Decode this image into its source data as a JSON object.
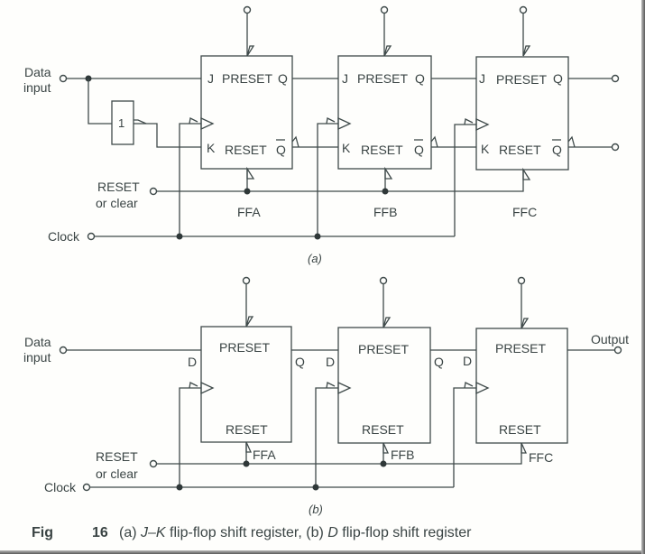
{
  "figure": {
    "number": "16",
    "caption_prefix": "Fig",
    "caption_a_tag": "(a)",
    "caption_a_text": "J–K flip-flop shift register,",
    "caption_b_tag": "(b)",
    "caption_b_text": "D flip-flop shift register",
    "caption_a_italic": "J–K",
    "caption_a_rest": "flip-flop shift register,",
    "caption_b_italic": "D",
    "caption_b_rest": "flip-flop shift register"
  },
  "part_a": {
    "sublabel": "(a)",
    "inputs": {
      "data_line1": "Data",
      "data_line2": "input",
      "reset_line1": "RESET",
      "reset_line2": "or clear",
      "clock": "Clock"
    },
    "inverter_label": "1",
    "flip_flops": [
      {
        "name": "FFA",
        "j": "J",
        "k": "K",
        "preset": "PRESET",
        "reset": "RESET",
        "q": "Q",
        "qbar": "Q"
      },
      {
        "name": "FFB",
        "j": "J",
        "k": "K",
        "preset": "PRESET",
        "reset": "RESET",
        "q": "Q",
        "qbar": "Q"
      },
      {
        "name": "FFC",
        "j": "J",
        "k": "K",
        "preset": "PRESET",
        "reset": "RESET",
        "q": "Q",
        "qbar": "Q"
      }
    ]
  },
  "part_b": {
    "sublabel": "(b)",
    "inputs": {
      "data_line1": "Data",
      "data_line2": "input",
      "reset_line1": "RESET",
      "reset_line2": "or clear",
      "clock": "Clock"
    },
    "output_label": "Output",
    "flip_flops": [
      {
        "name": "FFA",
        "d": "D",
        "preset": "PRESET",
        "reset": "RESET",
        "q": "Q"
      },
      {
        "name": "FFB",
        "d": "D",
        "preset": "PRESET",
        "reset": "RESET",
        "q": "Q"
      },
      {
        "name": "FFC",
        "d": "D",
        "preset": "PRESET",
        "reset": "RESET"
      }
    ]
  }
}
